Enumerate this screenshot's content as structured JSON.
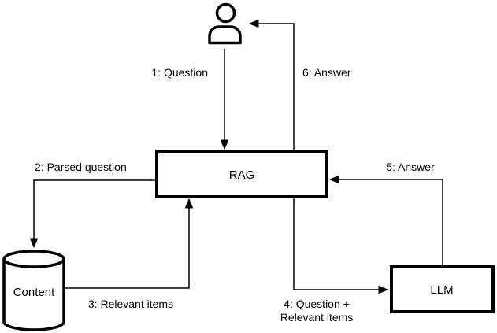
{
  "diagram": {
    "background_color": "#ffffff",
    "stroke_color": "#000000",
    "nodes": {
      "actor": {
        "shape": "person",
        "label": ""
      },
      "rag": {
        "shape": "rectangle",
        "label": "RAG"
      },
      "content": {
        "shape": "cylinder",
        "label": "Content"
      },
      "llm": {
        "shape": "rectangle",
        "label": "LLM"
      }
    },
    "edges": [
      {
        "step": "1",
        "label": "1: Question",
        "from": "actor",
        "to": "rag"
      },
      {
        "step": "2",
        "label": "2: Parsed question",
        "from": "rag",
        "to": "content"
      },
      {
        "step": "3",
        "label": "3: Relevant items",
        "from": "content",
        "to": "rag"
      },
      {
        "step": "4",
        "label": "4: Question +",
        "label2": "Relevant items",
        "from": "rag",
        "to": "llm"
      },
      {
        "step": "5",
        "label": "5: Answer",
        "from": "llm",
        "to": "rag"
      },
      {
        "step": "6",
        "label": "6: Answer",
        "from": "rag",
        "to": "actor"
      }
    ]
  }
}
